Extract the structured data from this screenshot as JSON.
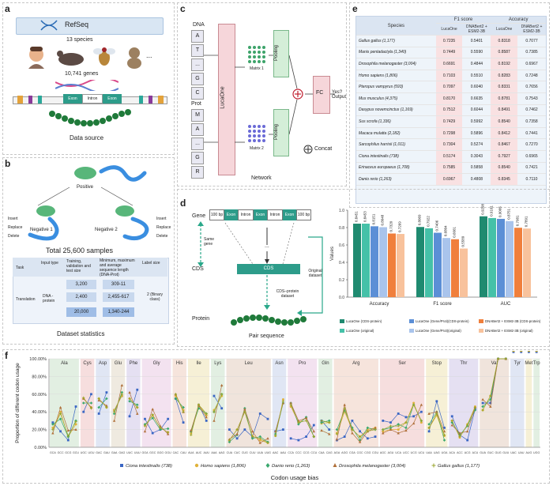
{
  "panel_labels": {
    "a": "a",
    "b": "b",
    "c": "c",
    "d": "d",
    "e": "e",
    "f": "f"
  },
  "panel_a": {
    "refseq": "RefSeq",
    "species_count": "13 species",
    "ellipsis": "...",
    "genes_count": "10,741 genes",
    "exon": "Exon",
    "intron": "Intron",
    "data_source": "Data source"
  },
  "panel_b": {
    "positive": "Positive",
    "negative1": "Negative 1",
    "negative2": "Negative 2",
    "insert": "Insert",
    "replace": "Replace",
    "delete": "Delete",
    "total": "Total 25,600 samples",
    "headers": [
      "Task",
      "Input type",
      "Training, validation and test size",
      "Minimum, maximum and average sequence length (DNA-Prot)",
      "Label size"
    ],
    "task": "Translation",
    "input_type": "DNA - protein",
    "sizes": [
      "3,200",
      "2,400",
      "20,000"
    ],
    "lengths": [
      "309-11",
      "2,455-617",
      "1,340-244"
    ],
    "label_size": "2 (Binary class)",
    "caption": "Dataset statistics"
  },
  "panel_c": {
    "dna": "DNA",
    "dna_seq": [
      "A",
      "T",
      "...",
      "G",
      "C"
    ],
    "prot": "Prot",
    "prot_seq": [
      "M",
      "A",
      "...",
      "G",
      "R"
    ],
    "lucaone": "LucaOne",
    "matrix1": "Matrix 1",
    "matrix2": "Matrix 2",
    "pooling": "Pooling",
    "fc": "FC",
    "output": "Yes? Output",
    "concat": "Concat",
    "caption": "Network"
  },
  "panel_e": {
    "species_header": "Species",
    "f1_header": "F1 score",
    "acc_header": "Accuracy",
    "sub_headers": [
      "LucaOne",
      "DNABert2 + ESM2-3B",
      "LucaOne",
      "DNABert2 + ESM2-3B"
    ],
    "rows": [
      {
        "species": "Gallus gallus (1,177)",
        "f1_l": "0.7235",
        "f1_d": "0.5401",
        "acc_l": "0.8318",
        "acc_d": "0.7077"
      },
      {
        "species": "Manis pentadactyla (1,340)",
        "f1_l": "0.7449",
        "f1_d": "0.5590",
        "acc_l": "0.8587",
        "acc_d": "0.7385"
      },
      {
        "species": "Drosophila melanogaster (3,004)",
        "f1_l": "0.6691",
        "f1_d": "0.4844",
        "acc_l": "0.8192",
        "acc_d": "0.6967"
      },
      {
        "species": "Homo sapiens (1,806)",
        "f1_l": "0.7103",
        "f1_d": "0.5510",
        "acc_l": "0.8283",
        "acc_d": "0.7248"
      },
      {
        "species": "Pteropus vampyrus (593)",
        "f1_l": "0.7097",
        "f1_d": "0.6040",
        "acc_l": "0.8331",
        "acc_d": "0.7656"
      },
      {
        "species": "Mus musculus (4,375)",
        "f1_l": "0.8170",
        "f1_d": "0.6635",
        "acc_l": "0.8781",
        "acc_d": "0.7543"
      },
      {
        "species": "Dasypus novemcinctus (1,169)",
        "f1_l": "0.7512",
        "f1_d": "0.6044",
        "acc_l": "0.8491",
        "acc_d": "0.7462"
      },
      {
        "species": "Sus scrofa (1,336)",
        "f1_l": "0.7429",
        "f1_d": "0.5992",
        "acc_l": "0.8540",
        "acc_d": "0.7358"
      },
      {
        "species": "Macaca mulatta (2,182)",
        "f1_l": "0.7298",
        "f1_d": "0.5896",
        "acc_l": "0.8412",
        "acc_d": "0.7441"
      },
      {
        "species": "Sarcophilus harrisii (1,011)",
        "f1_l": "0.7304",
        "f1_d": "0.5274",
        "acc_l": "0.8467",
        "acc_d": "0.7270"
      },
      {
        "species": "Ciona intestinalis (738)",
        "f1_l": "0.5174",
        "f1_d": "0.3043",
        "acc_l": "0.7927",
        "acc_d": "0.6965"
      },
      {
        "species": "Erinaceus europaeus (1,708)",
        "f1_l": "0.7585",
        "f1_d": "0.5858",
        "acc_l": "0.8540",
        "acc_d": "0.7421"
      },
      {
        "species": "Danio rerio (1,263)",
        "f1_l": "0.6967",
        "f1_d": "0.4808",
        "acc_l": "0.8345",
        "acc_d": "0.7110"
      }
    ]
  },
  "panel_d": {
    "gene": "Gene",
    "seq_blocks": [
      "100 bp",
      "Exon",
      "Intron",
      "Exon",
      "Intron",
      "Exon",
      "100 bp"
    ],
    "same_gene": "Same gene",
    "cds": "CDS",
    "cds_box": "CDS",
    "dots": "...",
    "cds_protein_dataset": "CDS–protein dataset",
    "original_dataset": "Original dataset",
    "protein": "Protein",
    "pair_sequence": "Pair sequence"
  },
  "chart_data": [
    {
      "type": "bar",
      "ylabel": "Values",
      "ylim": [
        0,
        1.0
      ],
      "categories": [
        "Accuracy",
        "F1 score",
        "AUC"
      ],
      "series": [
        {
          "name": "LucaOne (CDS-protein)",
          "color": "#1f8a70",
          "values": [
            0.8451,
            0.8069,
            0.9298
          ]
        },
        {
          "name": "LucaOne (original)",
          "color": "#45c1a8",
          "values": [
            0.8453,
            0.7922,
            0.9101
          ]
        },
        {
          "name": "LucaOne (Gene/Prot)(CDS-protein)",
          "color": "#5b8fd6",
          "values": [
            0.8151,
            0.7406,
            0.9005
          ]
        },
        {
          "name": "LucaOne (Gene/Prot)(original)",
          "color": "#a9c4ec",
          "values": [
            0.8048,
            0.6804,
            0.8751
          ]
        },
        {
          "name": "DNABert2 + ESM2-3B (CDS-protein)",
          "color": "#f07f3c",
          "values": [
            0.732,
            0.6661,
            0.7981
          ]
        },
        {
          "name": "DNABert2 + ESM2-3B (original)",
          "color": "#f8c29c",
          "values": [
            0.7269,
            0.5589,
            0.7891
          ]
        }
      ]
    },
    {
      "type": "line",
      "title": "",
      "xlabel": "Codon usage bias",
      "ylabel": "Proportion of different codon usage",
      "ylim": [
        0,
        100
      ],
      "y_ticks": [
        "0.00%",
        "20.00%",
        "40.00%",
        "60.00%",
        "80.00%",
        "100.00%"
      ],
      "groups": [
        {
          "aa": "Ala",
          "codons": [
            "GCA",
            "GCC",
            "GCG",
            "GCU"
          ]
        },
        {
          "aa": "Cys",
          "codons": [
            "UGC",
            "UGU"
          ]
        },
        {
          "aa": "Asp",
          "codons": [
            "GAC",
            "GAU"
          ]
        },
        {
          "aa": "Glu",
          "codons": [
            "GAA",
            "GAG"
          ]
        },
        {
          "aa": "Phe",
          "codons": [
            "UUC",
            "UUU"
          ]
        },
        {
          "aa": "Gly",
          "codons": [
            "GGA",
            "GGC",
            "GGG",
            "GGU"
          ]
        },
        {
          "aa": "His",
          "codons": [
            "CAC",
            "CAU"
          ]
        },
        {
          "aa": "Ile",
          "codons": [
            "AUA",
            "AUC",
            "AUU"
          ]
        },
        {
          "aa": "Lys",
          "codons": [
            "AAA",
            "AAG"
          ]
        },
        {
          "aa": "Leu",
          "codons": [
            "CUA",
            "CUC",
            "CUG",
            "CUU",
            "UUA",
            "UUG"
          ]
        },
        {
          "aa": "Asn",
          "codons": [
            "AAC",
            "AAU"
          ]
        },
        {
          "aa": "Pro",
          "codons": [
            "CCA",
            "CCC",
            "CCG",
            "CCU"
          ]
        },
        {
          "aa": "Gln",
          "codons": [
            "CAA",
            "CAG"
          ]
        },
        {
          "aa": "Arg",
          "codons": [
            "AGA",
            "AGG",
            "CGA",
            "CGC",
            "CGG",
            "CGU"
          ]
        },
        {
          "aa": "Ser",
          "codons": [
            "AGC",
            "AGU",
            "UCA",
            "UCC",
            "UCG",
            "UCU"
          ]
        },
        {
          "aa": "Stop",
          "codons": [
            "UAA",
            "UAG",
            "UGA"
          ]
        },
        {
          "aa": "Thr",
          "codons": [
            "ACA",
            "ACC",
            "ACG",
            "ACU"
          ]
        },
        {
          "aa": "Val",
          "codons": [
            "GUA",
            "GUC",
            "GUG",
            "GUU"
          ]
        },
        {
          "aa": "Tyr",
          "codons": [
            "UAC",
            "UAU"
          ]
        },
        {
          "aa": "Met",
          "codons": [
            "AUG"
          ]
        },
        {
          "aa": "Trp",
          "codons": [
            "UGG"
          ]
        }
      ],
      "series": [
        {
          "name": "Ciona intestinalis (738)",
          "color": "#3a66c4",
          "marker": "square",
          "values": [
            28,
            18,
            8,
            46,
            40,
            60,
            38,
            62,
            42,
            58,
            35,
            65,
            32,
            16,
            20,
            32,
            55,
            28,
            18,
            48,
            30,
            58,
            44,
            20,
            10,
            20,
            12,
            38,
            32,
            18,
            20,
            10,
            8,
            12,
            25,
            30,
            20,
            8,
            12,
            30,
            18,
            10,
            12,
            30,
            28,
            38,
            34,
            35,
            40,
            18,
            52,
            22,
            35,
            14,
            8,
            43,
            50,
            50,
            100,
            100
          ]
        },
        {
          "name": "Homo sapiens (1,806)",
          "color": "#e0b23a",
          "marker": "circle",
          "values": [
            22,
            40,
            12,
            26,
            55,
            45,
            55,
            45,
            42,
            58,
            55,
            45,
            25,
            36,
            22,
            17,
            58,
            42,
            16,
            48,
            36,
            42,
            58,
            8,
            20,
            40,
            13,
            8,
            5,
            13,
            54,
            46,
            28,
            33,
            12,
            27,
            28,
            16,
            40,
            20,
            12,
            20,
            22,
            18,
            20,
            20,
            28,
            50,
            28,
            22,
            36,
            13,
            30,
            11,
            26,
            46,
            42,
            58,
            100,
            100
          ]
        },
        {
          "name": "Danio rerio (1,263)",
          "color": "#3aa86e",
          "marker": "diamond",
          "values": [
            26,
            32,
            12,
            30,
            50,
            50,
            45,
            55,
            38,
            62,
            52,
            48,
            26,
            33,
            20,
            21,
            55,
            45,
            18,
            44,
            38,
            40,
            60,
            6,
            14,
            44,
            10,
            12,
            6,
            15,
            50,
            50,
            26,
            34,
            12,
            28,
            30,
            20,
            42,
            22,
            8,
            22,
            20,
            20,
            22,
            26,
            22,
            48,
            30,
            26,
            40,
            8,
            28,
            14,
            24,
            42,
            46,
            54,
            100,
            100
          ]
        },
        {
          "name": "Drosophila melanogaster (3,004)",
          "color": "#b0703a",
          "marker": "triangle",
          "values": [
            16,
            45,
            19,
            20,
            55,
            45,
            53,
            47,
            30,
            70,
            62,
            38,
            18,
            43,
            24,
            15,
            60,
            40,
            19,
            47,
            34,
            30,
            70,
            9,
            15,
            43,
            18,
            5,
            10,
            18,
            50,
            50,
            30,
            33,
            18,
            19,
            15,
            9,
            48,
            16,
            6,
            18,
            22,
            16,
            20,
            16,
            19,
            27,
            48,
            38,
            40,
            18,
            25,
            16,
            18,
            45,
            54,
            46,
            100,
            100
          ]
        },
        {
          "name": "Gallus gallus (1,177)",
          "color": "#9aa62e",
          "marker": "plus",
          "values": [
            20,
            38,
            13,
            29,
            56,
            44,
            55,
            45,
            40,
            60,
            55,
            45,
            24,
            37,
            22,
            17,
            60,
            40,
            14,
            48,
            38,
            40,
            60,
            8,
            20,
            40,
            12,
            10,
            5,
            13,
            52,
            48,
            28,
            30,
            12,
            30,
            28,
            15,
            44,
            20,
            12,
            18,
            20,
            20,
            24,
            24,
            28,
            48,
            30,
            22,
            38,
            14,
            30,
            12,
            25,
            45,
            42,
            58,
            100,
            100
          ]
        }
      ]
    }
  ]
}
